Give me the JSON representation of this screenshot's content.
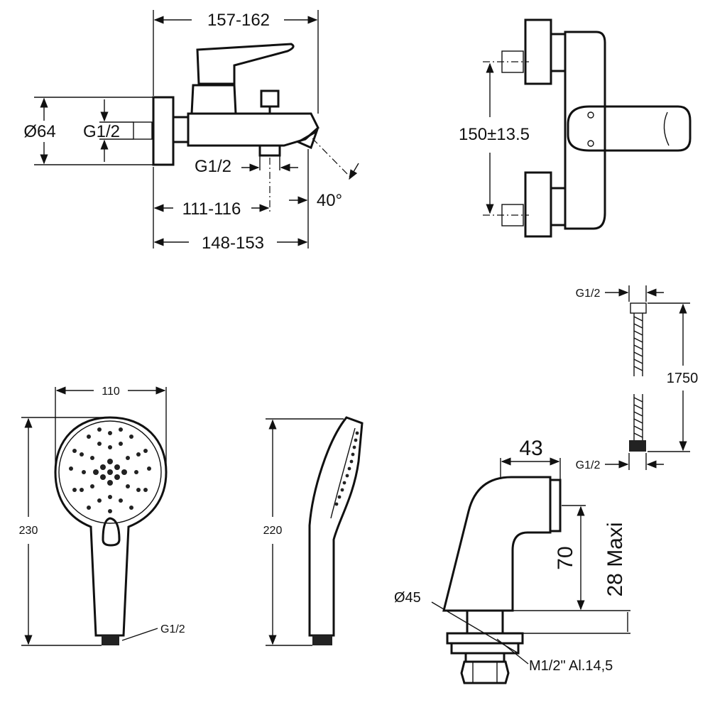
{
  "faucet_side": {
    "dim_top": "157-162",
    "dim_diameter": "Ø64",
    "dim_inlet_thread": "G1/2",
    "dim_outlet_thread": "G1/2",
    "dim_outlet_pos": "111-116",
    "dim_total": "148-153",
    "dim_angle": "40°"
  },
  "faucet_top": {
    "dim_center": "150±13.5"
  },
  "hose": {
    "dim_top_thread": "G1/2",
    "dim_length": "1750",
    "dim_bottom_thread": "G1/2"
  },
  "handshower_front": {
    "dim_width": "110",
    "dim_height": "230",
    "dim_thread": "G1/2"
  },
  "handshower_side": {
    "dim_height": "220"
  },
  "eccentric": {
    "dim_width": "43",
    "dim_height": "70",
    "dim_max": "28 Maxi",
    "dim_diameter": "Ø45",
    "dim_thread": "M1/2\" Al.14,5"
  }
}
